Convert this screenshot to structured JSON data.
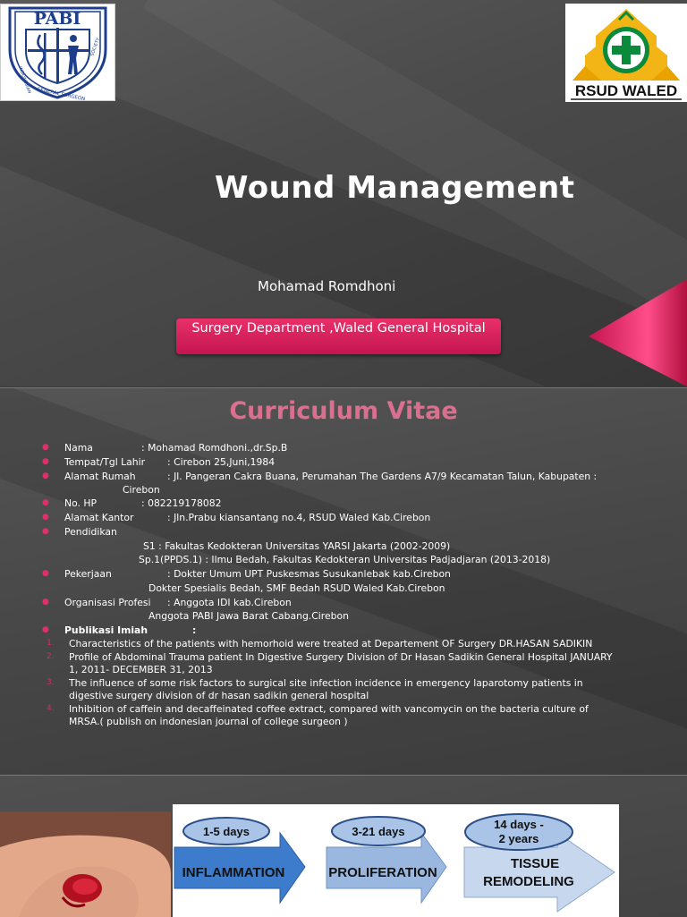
{
  "slide1": {
    "pabi_logo": {
      "text": "PABI",
      "ring": "INDONESIAN GENERAL SURGEON SOCIETY"
    },
    "rsud_logo": {
      "text": "RSUD WALED"
    },
    "title": "Wound Management",
    "author": "Mohamad Romdhoni",
    "department": "Surgery Department ,Waled General Hospital",
    "colors": {
      "accent": "#e0306a",
      "background": "#4b4b4b"
    }
  },
  "slide2": {
    "title": "Curriculum Vitae",
    "rows": [
      {
        "label": "Nama",
        "value": ": Mohamad Romdhoni.,dr.Sp.B"
      },
      {
        "label": "Tempat/Tgl Lahir",
        "value": ": Cirebon 25,Juni,1984"
      },
      {
        "label": "Alamat Rumah",
        "value": ": Jl. Pangeran Cakra Buana, Perumahan The Gardens A7/9 Kecamatan Talun, Kabupaten :",
        "cont": "Cirebon"
      },
      {
        "label": "No. HP",
        "value": ": 082219178082"
      },
      {
        "label": "Alamat Kantor",
        "value": ": Jln.Prabu kiansantang no.4, RSUD Waled Kab.Cirebon"
      },
      {
        "label": "Pendidikan",
        "value": ""
      }
    ],
    "education": [
      "S1    : Fakultas Kedokteran Universitas YARSI Jakarta  (2002-2009)",
      "Sp.1(PPDS.1) : Ilmu Bedah, Fakultas Kedokteran Universitas Padjadjaran (2013-2018)"
    ],
    "job_label": "Pekerjaan",
    "job": [
      ": Dokter Umum UPT Puskesmas Susukanlebak kab.Cirebon",
      "Dokter Spesialis Bedah, SMF Bedah RSUD Waled Kab.Cirebon"
    ],
    "org_label": "Organisasi Profesi",
    "org": [
      ": Anggota IDI kab.Cirebon",
      "Anggota PABI Jawa Barat Cabang.Cirebon"
    ],
    "pub_label": "Publikasi Imiah",
    "pub_colon": ":",
    "publications": [
      {
        "num": "1.",
        "lines": [
          "Characteristics of the patients with hemorhoid were treated at Departement OF Surgery DR.HASAN SADIKIN"
        ]
      },
      {
        "num": "2.",
        "lines": [
          "Profile of Abdominal Trauma patient  In Digestive Surgery Division of  Dr Hasan Sadikin General Hospital JANUARY",
          "1,  2011-  DECEMBER 31,  2013"
        ]
      },
      {
        "num": "3.",
        "lines": [
          "The influence of some risk factors to surgical site infection incidence in emergency laparotomy patients in",
          "digestive surgery division of  dr hasan  sadikin general hospital"
        ]
      },
      {
        "num": "4.",
        "lines": [
          "Inhibition of caffein and decaffeinated coffee extract, compared with vancomycin on the bacteria culture of",
          "MRSA.( publish on indonesian journal of college surgeon )"
        ]
      }
    ]
  },
  "slide3": {
    "phases": [
      {
        "duration": "1-5 days",
        "name": "INFLAMMATION"
      },
      {
        "duration": "3-21 days",
        "name": "PROLIFERATION"
      },
      {
        "duration": "14 days - 2 years",
        "duration_lines": [
          "14 days -",
          "2 years"
        ],
        "name": "TISSUE REMODELING",
        "name_lines": [
          "TISSUE",
          "REMODELING"
        ]
      }
    ],
    "colors": {
      "bubble": "#a9c4e6",
      "arrow_1": "#3d7ccc",
      "arrow_2": "#9ab8df",
      "arrow_3": "#c7d8ee"
    }
  }
}
